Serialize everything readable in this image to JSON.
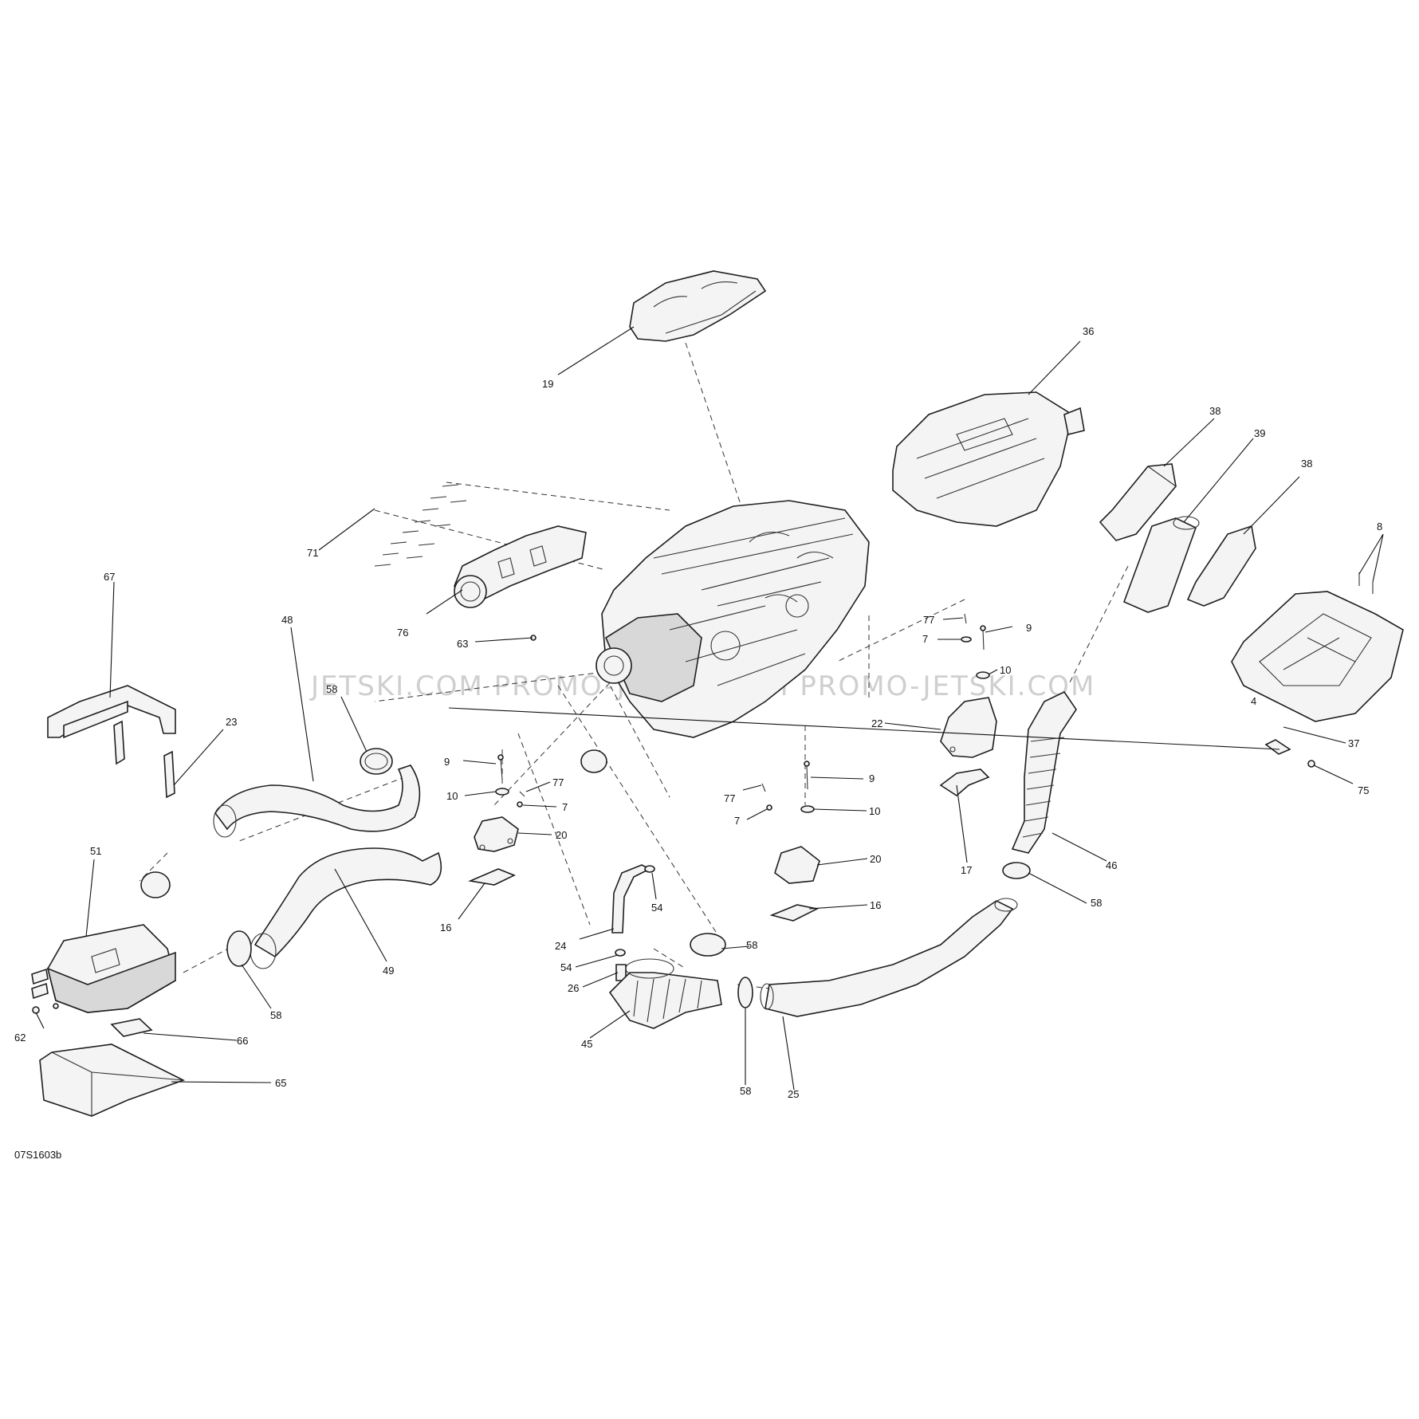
{
  "figure_code": "07S1603b",
  "watermark": "JETSKI.COM  PROMO-JETSKI.COM  PROMO-JETSKI.COM",
  "colors": {
    "line": "#1e1e1e",
    "background": "#ffffff",
    "watermark": "#cfcfcf"
  },
  "callouts": {
    "c19": "19",
    "c36": "36",
    "c38a": "38",
    "c39": "39",
    "c38b": "38",
    "c8": "8",
    "c67": "67",
    "c71": "71",
    "c76": "76",
    "c63": "63",
    "c77a": "77",
    "c7a": "7",
    "c9a": "9",
    "c10a": "10",
    "c22": "22",
    "c37": "37",
    "c4": "4",
    "c75": "75",
    "c23": "23",
    "c48": "48",
    "c58a": "58",
    "c9b": "9",
    "c10b": "10",
    "c77b": "77",
    "c7b": "7",
    "c20a": "20",
    "c51": "51",
    "c16a": "16",
    "c49": "49",
    "c58b": "58",
    "c62": "62",
    "c66": "66",
    "c65": "65",
    "c77c": "77",
    "c7c": "7",
    "c9c": "9",
    "c10c": "10",
    "c20b": "20",
    "c16b": "16",
    "c17": "17",
    "c46": "46",
    "c58c": "58",
    "c54a": "54",
    "c24": "24",
    "c54b": "54",
    "c26": "26",
    "c58d": "58",
    "c45": "45",
    "c58e": "58",
    "c25": "25"
  }
}
